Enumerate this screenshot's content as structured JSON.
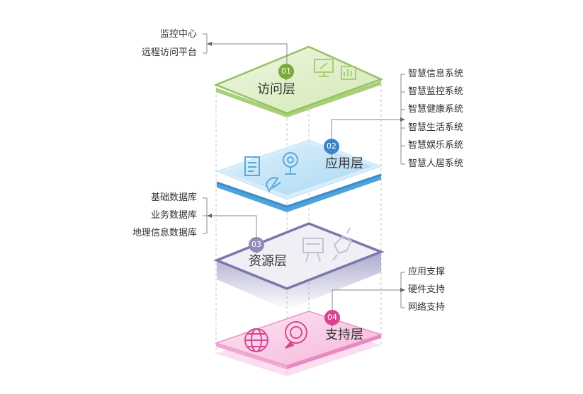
{
  "colors": {
    "access": "#8ab84a",
    "application": "#3a8ccc",
    "resource": "#7a77a8",
    "support": "#d84a98",
    "guide": "#cccccc",
    "connector": "#999999"
  },
  "layers": [
    {
      "badge": "01",
      "title": "访问层",
      "icons": [
        "monitor-icon",
        "chart-board-icon"
      ],
      "items": [
        "监控中心",
        "远程访问平台"
      ]
    },
    {
      "badge": "02",
      "title": "应用层",
      "icons": [
        "document-icon",
        "webcam-icon",
        "satellite-dish-icon"
      ],
      "items": [
        "智慧信息系统",
        "智慧监控系统",
        "智慧健康系统",
        "智慧生活系统",
        "智慧娱乐系统",
        "智慧人居系统"
      ]
    },
    {
      "badge": "03",
      "title": "资源层",
      "icons": [
        "presentation-icon",
        "handshake-icon"
      ],
      "items": [
        "基础数据库",
        "业务数据库",
        "地理信息数据库"
      ]
    },
    {
      "badge": "04",
      "title": "支持层",
      "icons": [
        "globe-icon",
        "target-icon"
      ],
      "items": [
        "应用支撑",
        "硬件支持",
        "网络支持"
      ]
    }
  ]
}
